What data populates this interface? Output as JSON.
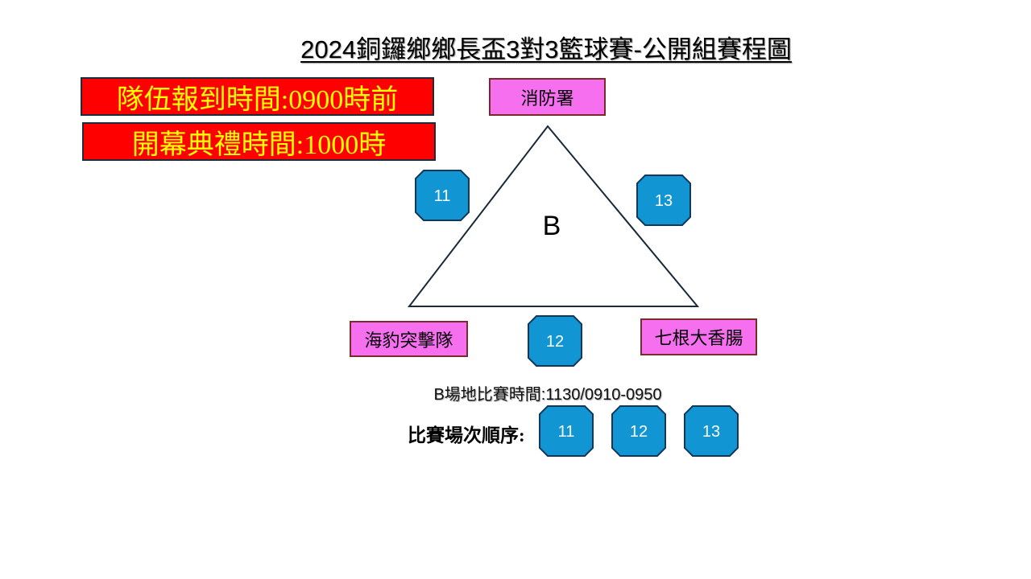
{
  "title": "2024銅鑼鄉鄉長盃3對3籃球賽-公開組賽程圖",
  "notices": [
    {
      "text": "隊伍報到時間:0900時前"
    },
    {
      "text": "開幕典禮時間:1000時"
    }
  ],
  "court_label": "B",
  "teams": {
    "top": "消防署",
    "bottom_left": "海豹突擊隊",
    "bottom_right": "七根大香腸"
  },
  "matches": {
    "left_edge": "11",
    "right_edge": "13",
    "bottom_edge": "12"
  },
  "schedule_time": "B場地比賽時間:1130/0910-0950",
  "order_label": "比賽場次順序:",
  "order": [
    "11",
    "12",
    "13"
  ],
  "colors": {
    "notice_bg": "#ff0000",
    "notice_text": "#ffff00",
    "team_bg": "#f56fef",
    "match_badge": "#1196d3"
  }
}
